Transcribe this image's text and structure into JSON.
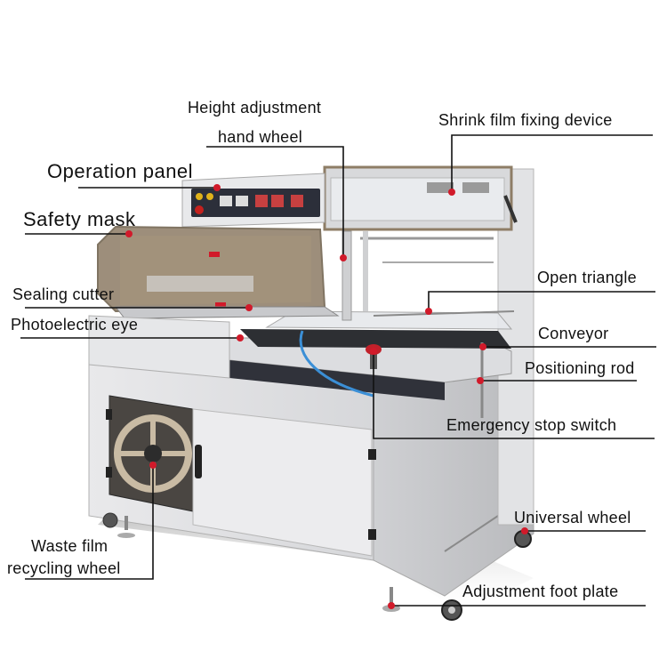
{
  "diagram": {
    "subject": "L-type shrink wrapping machine",
    "accent_color": "#d11a2a",
    "line_color": "#111111",
    "labels": [
      {
        "id": "height_adjustment",
        "lines": [
          "Height adjustment",
          "hand wheel"
        ]
      },
      {
        "id": "shrink_film_fixing",
        "text": "Shrink film fixing device"
      },
      {
        "id": "operation_panel",
        "text": "Operation panel"
      },
      {
        "id": "safety_mask",
        "text": "Safety mask"
      },
      {
        "id": "sealing_cutter",
        "text": "Sealing cutter"
      },
      {
        "id": "photoelectric_eye",
        "text": "Photoelectric eye"
      },
      {
        "id": "open_triangle",
        "text": "Open triangle"
      },
      {
        "id": "conveyor",
        "text": "Conveyor"
      },
      {
        "id": "positioning_rod",
        "text": "Positioning rod"
      },
      {
        "id": "emergency_stop",
        "text": "Emergency stop switch"
      },
      {
        "id": "universal_wheel",
        "text": "Universal wheel"
      },
      {
        "id": "waste_film",
        "lines": [
          "Waste film",
          "recycling wheel"
        ]
      },
      {
        "id": "adjustment_foot",
        "text": "Adjustment foot plate"
      }
    ]
  }
}
